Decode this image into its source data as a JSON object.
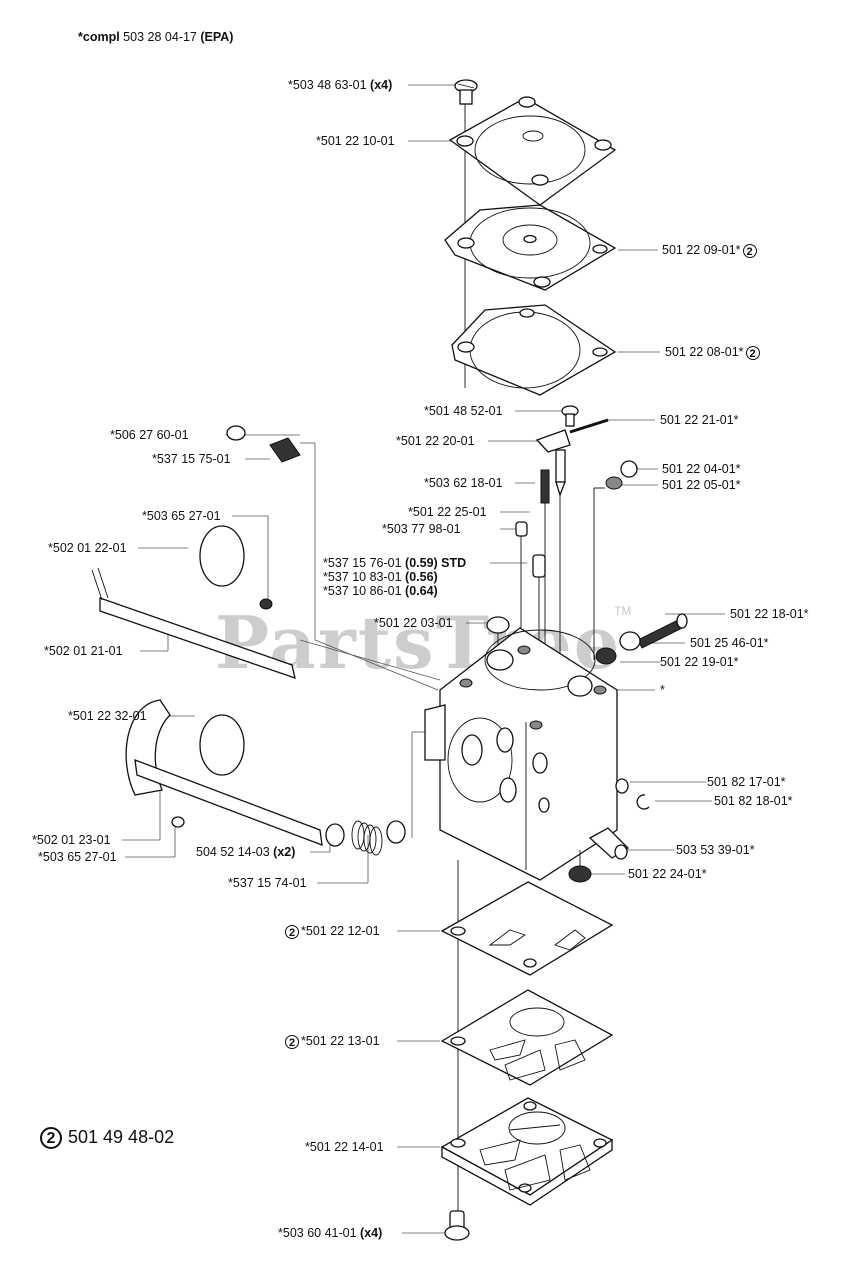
{
  "title": {
    "prefix": "*compl",
    "number": "503 28 04-17",
    "suffix": "(EPA)"
  },
  "watermark": {
    "text": "PartsTree",
    "tm": "TM"
  },
  "legend": {
    "marker": "2",
    "number": "501 49 48-02"
  },
  "parts": [
    {
      "id": "p1",
      "number": "*503 48 63-01",
      "qty": "(x4)"
    },
    {
      "id": "p2",
      "number": "*501 22 10-01"
    },
    {
      "id": "p3",
      "number": "501 22 09-01*",
      "marker": "2"
    },
    {
      "id": "p4",
      "number": "501 22 08-01*",
      "marker": "2"
    },
    {
      "id": "p5",
      "number": "*501 48 52-01"
    },
    {
      "id": "p6",
      "number": "501 22 21-01*"
    },
    {
      "id": "p7",
      "number": "*501 22 20-01"
    },
    {
      "id": "p8",
      "number": "*506 27 60-01"
    },
    {
      "id": "p9",
      "number": "*537 15 75-01"
    },
    {
      "id": "p10",
      "number": "501 22 04-01*"
    },
    {
      "id": "p11",
      "number": "*503 62 18-01"
    },
    {
      "id": "p12",
      "number": "501 22 05-01*"
    },
    {
      "id": "p13",
      "number": "*503 65 27-01"
    },
    {
      "id": "p14",
      "number": "*501 22 25-01"
    },
    {
      "id": "p15",
      "number": "*503 77 98-01"
    },
    {
      "id": "p16",
      "number": "*502 01 22-01"
    },
    {
      "id": "p17a",
      "number": "*537 15 76-01",
      "size": "(0.59) STD"
    },
    {
      "id": "p17b",
      "number": "*537 10 83-01",
      "size": "(0.56)"
    },
    {
      "id": "p17c",
      "number": "*537 10 86-01",
      "size": "(0.64)"
    },
    {
      "id": "p18",
      "number": "501 22 18-01*"
    },
    {
      "id": "p19",
      "number": "*501 22 03-01"
    },
    {
      "id": "p20",
      "number": "501 25 46-01*"
    },
    {
      "id": "p21",
      "number": "*502 01 21-01"
    },
    {
      "id": "p22",
      "number": "501 22 19-01*"
    },
    {
      "id": "p23",
      "number": "*"
    },
    {
      "id": "p24",
      "number": "*501 22 32-01"
    },
    {
      "id": "p25",
      "number": "501 82 17-01*"
    },
    {
      "id": "p26",
      "number": "501 82 18-01*"
    },
    {
      "id": "p27",
      "number": "*502 01 23-01"
    },
    {
      "id": "p28",
      "number": "*503 65 27-01"
    },
    {
      "id": "p29",
      "number": "504 52 14-03",
      "qty": "(x2)"
    },
    {
      "id": "p30",
      "number": "503 53 39-01*"
    },
    {
      "id": "p31",
      "number": "501 22 24-01*"
    },
    {
      "id": "p32",
      "number": "*537 15 74-01"
    },
    {
      "id": "p33",
      "number": "*501 22 12-01",
      "marker": "2"
    },
    {
      "id": "p34",
      "number": "*501 22 13-01",
      "marker": "2"
    },
    {
      "id": "p35",
      "number": "*501 22 14-01"
    },
    {
      "id": "p36",
      "number": "*503 60 41-01",
      "qty": "(x4)"
    }
  ]
}
